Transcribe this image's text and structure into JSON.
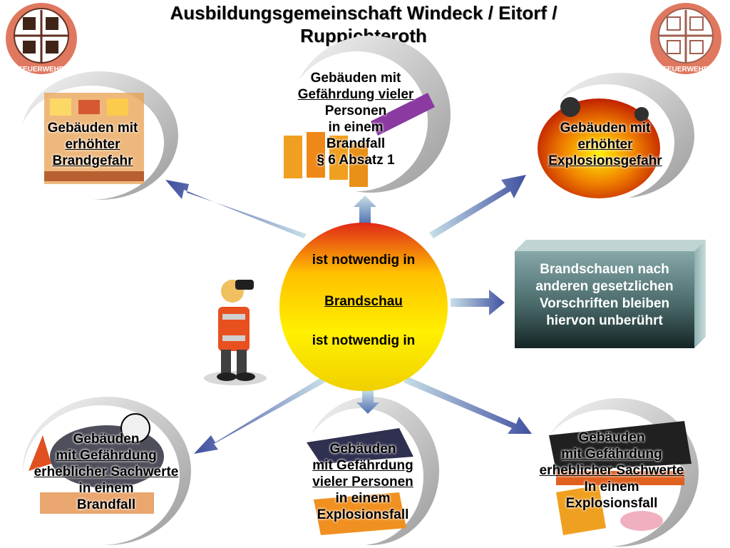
{
  "header": {
    "title_line1": "Ausbildungsgemeinschaft Windeck / Eitorf /",
    "title_line2": "Ruppichteroth"
  },
  "logos": {
    "text": "FEUERWEHR"
  },
  "center": {
    "top_label": "ist notwendig in",
    "main_label": "Brandschau",
    "bottom_label": "ist notwendig in"
  },
  "bubbles": {
    "top_left": {
      "lines": [
        "Gebäuden mit",
        "erhöhter",
        "Brandgefahr"
      ]
    },
    "top_center": {
      "lines": [
        "Gebäuden mit",
        "Gefährdung vieler",
        "Personen",
        "in einem",
        "Brandfall",
        "§ 6 Absatz 1"
      ]
    },
    "top_right": {
      "lines": [
        "Gebäuden mit",
        "erhöhter",
        "Explosionsgefahr"
      ]
    },
    "bottom_left": {
      "lines": [
        "Gebäuden",
        "mit Gefährdung",
        "erheblicher Sachwerte",
        "in einem",
        "Brandfall"
      ]
    },
    "bottom_center": {
      "lines": [
        "Gebäuden",
        "mit Gefährdung",
        "vieler Personen",
        "in einem",
        "Explosionsfall"
      ]
    },
    "bottom_right": {
      "lines": [
        "Gebäuden",
        "mit Gefährdung",
        "erheblicher Sachwerte",
        "In einem",
        "Explosionsfall"
      ]
    }
  },
  "side_box": {
    "lines": [
      "Brandschauen nach",
      "anderen gesetzlichen",
      "Vorschriften bleiben",
      "hiervon unberührt"
    ]
  },
  "colors": {
    "center_top": "#e02010",
    "center_mid": "#ffd400",
    "center_bottom": "#f8f000",
    "box_dark": "#1e3232",
    "box_light": "#7fa2a2",
    "arrow_dark": "#4050a0",
    "arrow_light": "#c8e0e8"
  }
}
